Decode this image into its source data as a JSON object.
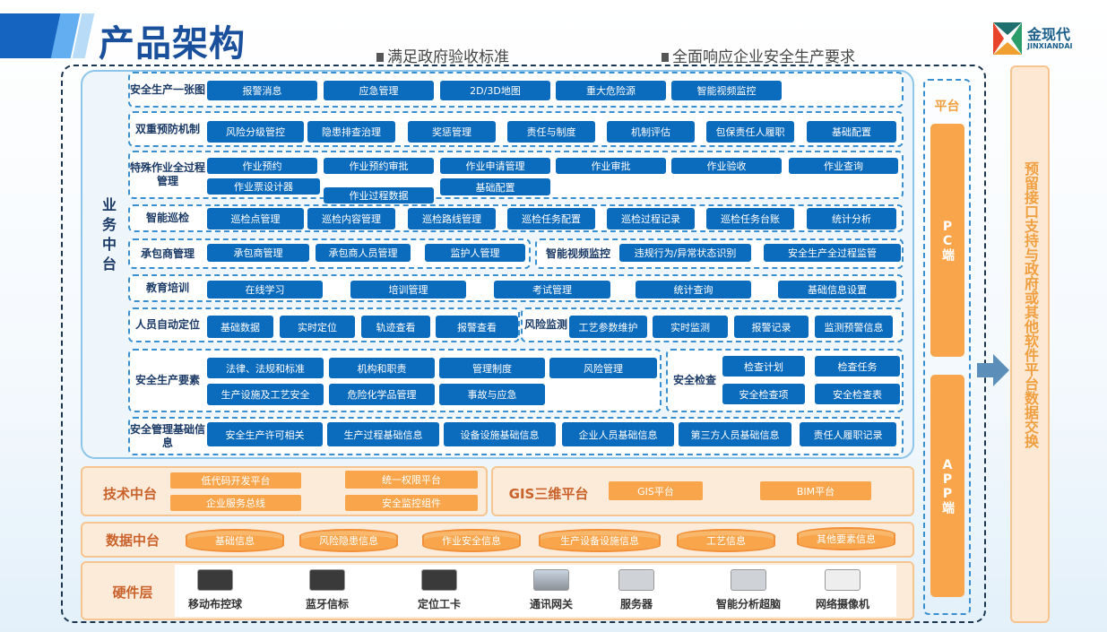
{
  "header": {
    "title": "产品架构",
    "subtitle1": "满足政府验收标准",
    "subtitle2": "全面响应企业安全生产要求",
    "logo_cn": "金现代",
    "logo_en": "JINXIANDAI"
  },
  "business": {
    "label": "业务中台",
    "groups": [
      {
        "label": "安全生产一张图",
        "items": [
          "报警消息",
          "应急管理",
          "2D/3D地图",
          "重大危险源",
          "智能视频监控"
        ]
      },
      {
        "label": "双重预防机制",
        "items": [
          "风险分级管控",
          "隐患排查治理",
          "奖惩管理",
          "责任与制度",
          "机制评估",
          "包保责任人履职",
          "基础配置"
        ]
      },
      {
        "label": "特殊作业全过程管理",
        "items": [
          "作业预约",
          "作业预约审批",
          "作业申请管理",
          "作业审批",
          "作业验收",
          "作业查询",
          "作业票设计器",
          "作业过程数据",
          "基础配置"
        ]
      },
      {
        "label": "智能巡检",
        "items": [
          "巡检点管理",
          "巡检内容管理",
          "巡检路线管理",
          "巡检任务配置",
          "巡检过程记录",
          "巡检任务台账",
          "统计分析"
        ]
      },
      {
        "label": "承包商管理",
        "items": [
          "承包商管理",
          "承包商人员管理",
          "监护人管理"
        ]
      },
      {
        "label": "智能视频监控",
        "items": [
          "违规行为/异常状态识别",
          "安全生产全过程监管"
        ]
      },
      {
        "label": "教育培训",
        "items": [
          "在线学习",
          "培训管理",
          "考试管理",
          "统计查询",
          "基础信息设置"
        ]
      },
      {
        "label": "人员自动定位",
        "items": [
          "基础数据",
          "实时定位",
          "轨迹查看",
          "报警查看"
        ]
      },
      {
        "label": "风险监测",
        "items": [
          "工艺参数维护",
          "实时监测",
          "报警记录",
          "监测预警信息"
        ]
      },
      {
        "label": "安全生产要素",
        "items": [
          "法律、法规和标准",
          "机构和职责",
          "管理制度",
          "风险管理",
          "生产设施及工艺安全",
          "危险化学品管理",
          "事故与应急"
        ]
      },
      {
        "label": "安全检查",
        "items": [
          "检查计划",
          "检查任务",
          "安全检查项",
          "安全检查表"
        ]
      },
      {
        "label": "安全管理基础信息",
        "items": [
          "安全生产许可相关",
          "生产过程基础信息",
          "设备设施基础信息",
          "企业人员基础信息",
          "第三方人员基础信息",
          "责任人履职记录"
        ]
      }
    ]
  },
  "tech": {
    "label": "技术中台",
    "items": [
      "低代码开发平台",
      "统一权限平台",
      "企业服务总线",
      "安全监控组件"
    ]
  },
  "gis": {
    "label": "GIS三维平台",
    "items": [
      "GIS平台",
      "BIM平台"
    ]
  },
  "data_layer": {
    "label": "数据中台",
    "items": [
      "基础信息",
      "风险隐患信息",
      "作业安全信息",
      "生产设备设施信息",
      "工艺信息",
      "其他要素信息"
    ]
  },
  "hardware": {
    "label": "硬件层",
    "items": [
      "移动布控球",
      "蓝牙信标",
      "定位工卡",
      "通讯网关",
      "服务器",
      "智能分析超脑",
      "网络摄像机"
    ]
  },
  "platform": {
    "label": "平台",
    "pc": "PC端",
    "app": "APP端"
  },
  "interface": {
    "label": "预留接口支持与政府或其他软件平台数据交换"
  },
  "colors": {
    "primary": "#0b6bbd",
    "title": "#1a4f9c",
    "orange": "#f8a54b",
    "accent": "#c9622b"
  }
}
